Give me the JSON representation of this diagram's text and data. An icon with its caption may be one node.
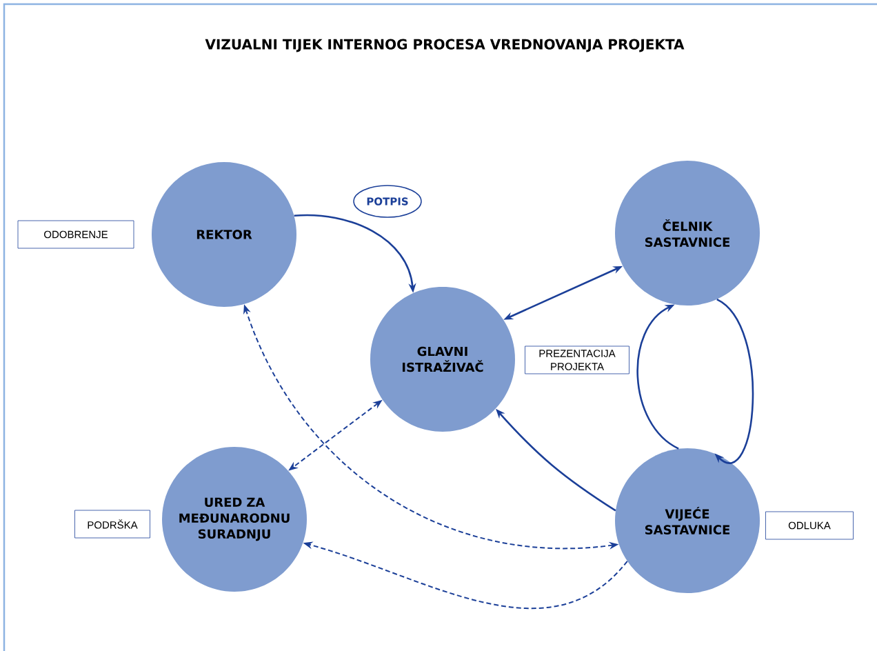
{
  "diagram": {
    "title": "VIZUALNI TIJEK INTERNOG PROCESA VREDNOVANJA PROJEKTA",
    "nodes": [
      {
        "text": [
          "POTPIS"
        ]
      },
      {
        "text": [
          "ODOBRENJE"
        ]
      },
      {
        "text": [
          "REKTOR"
        ]
      },
      {
        "text": [
          "ČELNIK SASTAVNICE"
        ]
      },
      {
        "text": [
          "GLAVNI ISTRAŽIVAČ"
        ]
      },
      {
        "text": [
          "PREZENTACIJA PROJEKTA"
        ]
      },
      {
        "text": [
          "PODRŠKA"
        ]
      },
      {
        "text": [
          "URED ZA MEĐUNARODNU SURADNJU"
        ]
      },
      {
        "text": [
          "VIJEĆE SASTAVNICE"
        ]
      },
      {
        "text": [
          "ODLUKA"
        ]
      }
    ],
    "edges": [
      {
        "from": 2,
        "to": 4,
        "arrow": "to"
      },
      {
        "from": 4,
        "to": 3,
        "arrow": "both"
      },
      {
        "from": 3,
        "to": 8,
        "arrow": "to"
      },
      {
        "from": 8,
        "to": 3,
        "arrow": "to"
      },
      {
        "from": 8,
        "to": 4,
        "arrow": "to"
      },
      {
        "from": 4,
        "to": 7,
        "arrow": "both",
        "style": "dashed"
      },
      {
        "from": 8,
        "to": 2,
        "arrow": "both",
        "style": "dashed"
      },
      {
        "from": 8,
        "to": 7,
        "arrow": "to",
        "style": "dashed"
      }
    ]
  }
}
